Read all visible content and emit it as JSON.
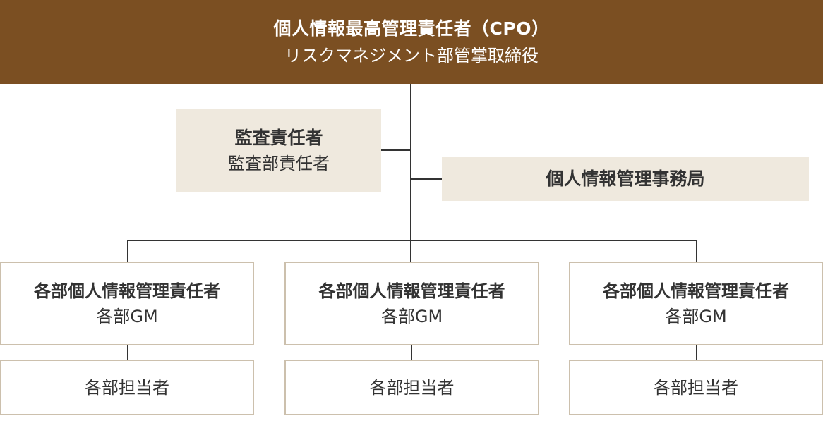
{
  "cpo": {
    "title": "個人情報最高管理責任者（CPO）",
    "subtitle": "リスクマネジメント部管掌取締役"
  },
  "audit": {
    "title": "監査責任者",
    "subtitle": "監査部責任者"
  },
  "office": {
    "title": "個人情報管理事務局"
  },
  "departments": [
    {
      "manager_title": "各部個人情報管理責任者",
      "manager_subtitle": "各部GM",
      "staff": "各部担当者"
    },
    {
      "manager_title": "各部個人情報管理責任者",
      "manager_subtitle": "各部GM",
      "staff": "各部担当者"
    },
    {
      "manager_title": "各部個人情報管理責任者",
      "manager_subtitle": "各部GM",
      "staff": "各部担当者"
    }
  ],
  "colors": {
    "top_fill": "#7b4f22",
    "beige_fill": "#efe9de",
    "box_border": "#ccc0ad",
    "line": "#333333"
  }
}
